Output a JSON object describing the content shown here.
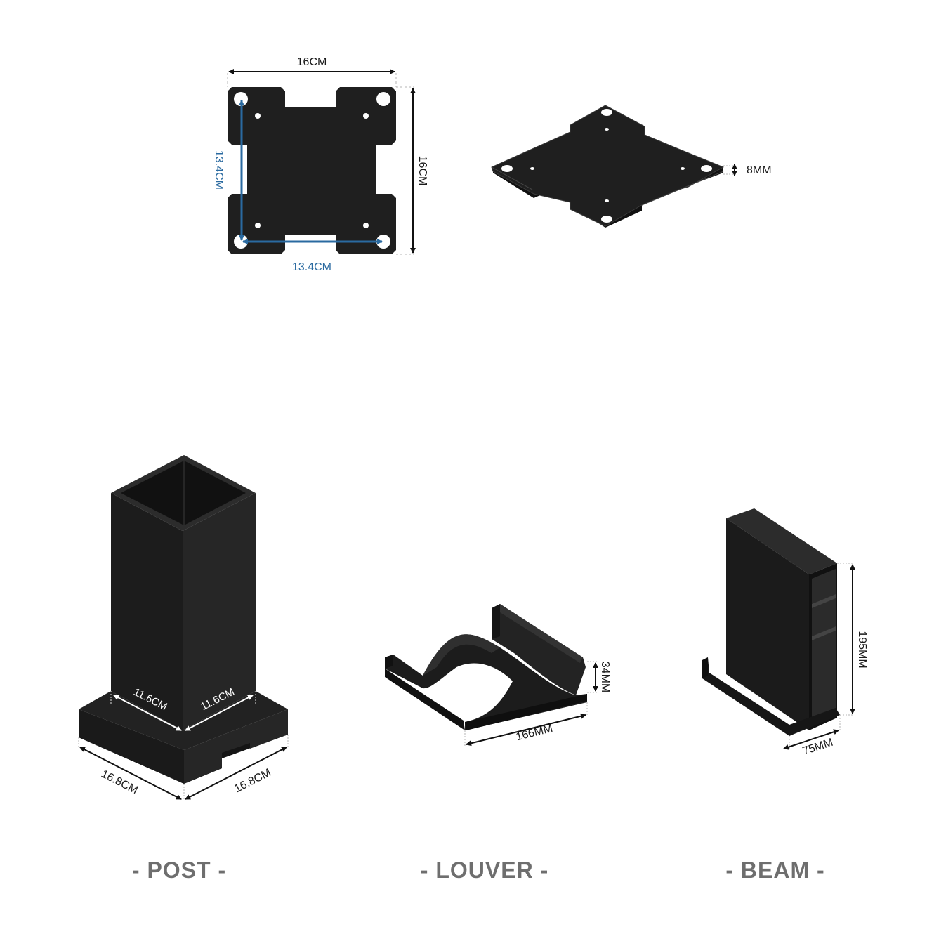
{
  "plate": {
    "width_label": "16CM",
    "height_label": "16CM",
    "hole_spacing_vertical_label": "13.4CM",
    "hole_spacing_horizontal_label": "13.4CM",
    "thickness_label": "8MM"
  },
  "post": {
    "inner_width_a_label": "11.6CM",
    "inner_width_b_label": "11.6CM",
    "base_width_a_label": "16.8CM",
    "base_width_b_label": "16.8CM",
    "caption": "- POST -"
  },
  "louver": {
    "length_label": "166MM",
    "height_label": "34MM",
    "caption": "- LOUVER -"
  },
  "beam": {
    "height_label": "195MM",
    "width_label": "75MM",
    "caption": "- BEAM -"
  },
  "colors": {
    "part": "#1f1f1f",
    "dimension_line": "#111111",
    "dimension_blue": "#2a6aa0",
    "caption": "#6e6e6e",
    "guide": "#b5b5b5"
  }
}
